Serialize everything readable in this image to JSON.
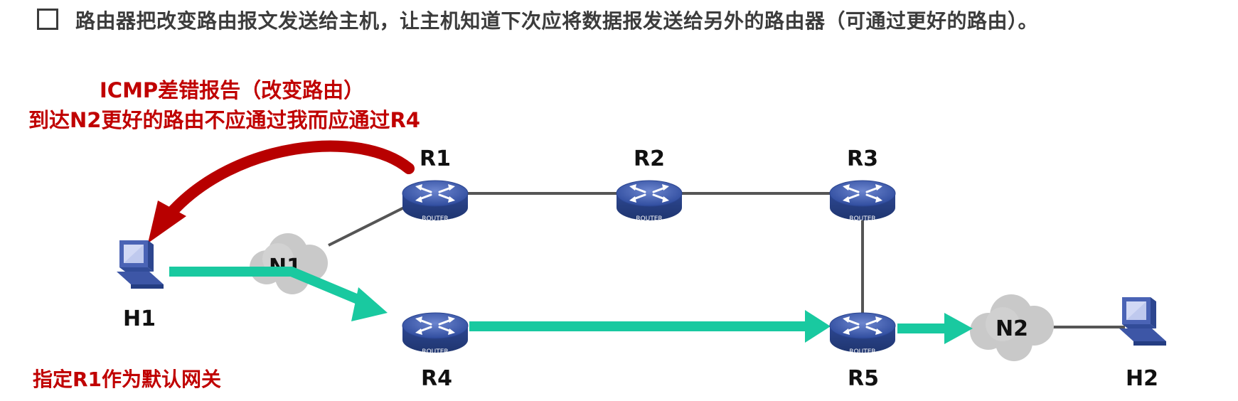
{
  "header": {
    "bullet_text": "路由器把改变路由报文发送给主机，让主机知道下次应将数据报发送给另外的路由器（可通过更好的路由）。"
  },
  "icmp_note": {
    "line1": "ICMP差错报告（改变路由）",
    "line2": "到达N2更好的路由不应通过我而应通过R4"
  },
  "gateway_note": "指定R1作为默认网关",
  "nodes": {
    "R1": "R1",
    "R2": "R2",
    "R3": "R3",
    "R4": "R4",
    "R5": "R5",
    "H1": "H1",
    "H2": "H2",
    "N1": "N1",
    "N2": "N2"
  },
  "router_caption": "ROUTER",
  "colors": {
    "accent_path": "#19c9a0",
    "redirect_arrow": "#b80000",
    "note_text": "#c00000",
    "router_blue": "#3a56a8",
    "link_gray": "#555555",
    "cloud_gray": "#c9c9c9"
  },
  "icons": [
    "router-icon",
    "host-computer-icon",
    "network-cloud-icon",
    "checkbox-icon",
    "redirect-arrow-icon"
  ]
}
